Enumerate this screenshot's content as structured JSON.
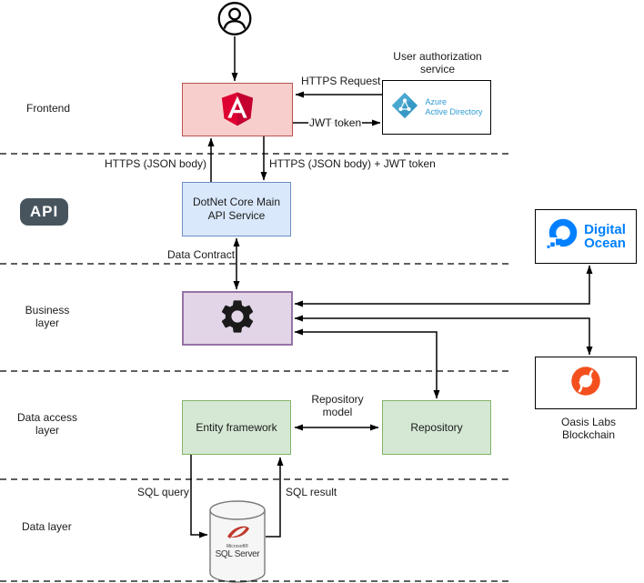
{
  "diagram": {
    "layer_labels": {
      "frontend": "Frontend",
      "business": "Business layer",
      "data_access": "Data access layer",
      "data": "Data layer"
    },
    "api_badge": "API",
    "nodes": {
      "azure": {
        "caption": "User authorization service",
        "logo_line1": "Azure",
        "logo_line2": "Active Directory"
      },
      "dotnet": {
        "label": "DotNet Core Main API Service"
      },
      "digitalocean": {
        "logo_line1": "Digital",
        "logo_line2": "Ocean"
      },
      "oasis": {
        "caption": "Oasis Labs Blockchain"
      },
      "entity_framework": {
        "label": "Entity framework"
      },
      "repository": {
        "label": "Repository"
      },
      "sql_server": {
        "brand_small": "Microsoft®",
        "label": "SQL Server"
      }
    },
    "edges": {
      "https_request": "HTTPS Request",
      "jwt_token": "JWT token",
      "https_json_body": "HTTPS (JSON body)",
      "https_json_jwt": "HTTPS (JSON body) + JWT token",
      "data_contract": "Data Contract",
      "repository_model": "Repository model",
      "sql_query": "SQL query",
      "sql_result": "SQL result"
    },
    "colors": {
      "frontend_box_fill": "#f8cecc",
      "frontend_box_border": "#b85450",
      "api_box_fill": "#dae8fc",
      "api_box_border": "#6c8ebf",
      "business_box_fill": "#e1d5e7",
      "business_box_border": "#9673a6",
      "data_box_fill": "#d5e8d4",
      "data_box_border": "#82b366",
      "api_badge_bg": "#47545e",
      "angular_red": "#dd0031",
      "azure_blue": "#3999c6",
      "digitalocean_blue": "#0080ff",
      "oasis_orange": "#f4501e",
      "sqlserver_red": "#c0392b"
    }
  }
}
